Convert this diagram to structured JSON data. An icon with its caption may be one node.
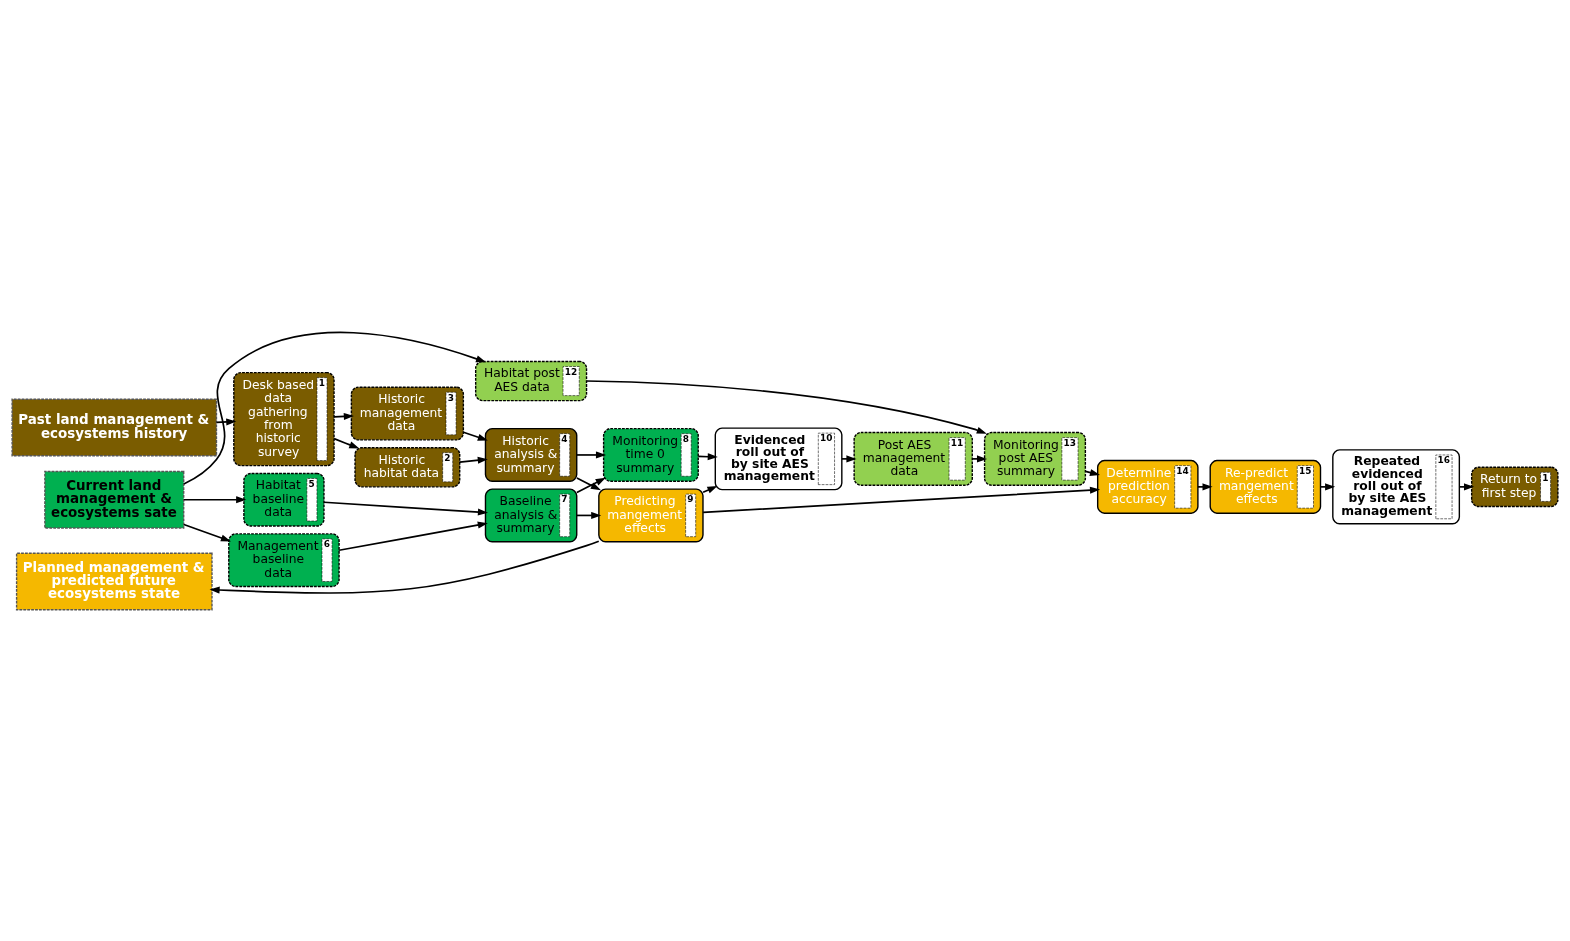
{
  "diagram": {
    "nodes": [
      {
        "text": [
          "Past land management & ecosystems history"
        ]
      },
      {
        "text": [
          "Current land management & ecosystems sate"
        ]
      },
      {
        "text": [
          "Planned management & predicted future ecosystems state"
        ]
      },
      {
        "text": [
          "Desk based data gathering from historic survey",
          "1"
        ]
      },
      {
        "text": [
          "Historic habitat data",
          "2"
        ]
      },
      {
        "text": [
          "Historic management data",
          "3"
        ]
      },
      {
        "text": [
          "Historic analysis & summary",
          "4"
        ]
      },
      {
        "text": [
          "Predicting mangement effects",
          "9"
        ]
      },
      {
        "text": [
          "Baseline analysis & summary",
          "7"
        ]
      },
      {
        "text": [
          "Monitoring time 0 summary",
          "8"
        ]
      },
      {
        "text": [
          "Habitat baseline data",
          "5"
        ]
      },
      {
        "text": [
          "Management baseline data",
          "6"
        ]
      },
      {
        "text": [
          "Evidenced roll out of by site AES management",
          "10"
        ]
      },
      {
        "text": [
          "Post AES management data",
          "11"
        ]
      },
      {
        "text": [
          "Habitat post AES data",
          "12"
        ]
      },
      {
        "text": [
          "Monitoring post AES summary",
          "13"
        ]
      },
      {
        "text": [
          "Re-predict mangement effects",
          "15"
        ]
      },
      {
        "text": [
          "Determine prediction accuracy",
          "14"
        ]
      },
      {
        "text": [
          "Return to first step",
          "1"
        ]
      },
      {
        "text": [
          "Repeated evidenced roll out of by site AES management",
          "16"
        ]
      }
    ],
    "edges": [
      {
        "from": 0,
        "to": 3,
        "arrow": "to"
      },
      {
        "from": 3,
        "to": 4,
        "arrow": "to"
      },
      {
        "from": 3,
        "to": 5,
        "arrow": "to"
      },
      {
        "from": 4,
        "to": 6,
        "arrow": "to"
      },
      {
        "from": 5,
        "to": 6,
        "arrow": "to"
      },
      {
        "from": 6,
        "to": 7,
        "arrow": "to"
      },
      {
        "from": 6,
        "to": 9,
        "arrow": "to"
      },
      {
        "from": 8,
        "to": 7,
        "arrow": "to"
      },
      {
        "from": 8,
        "to": 9,
        "arrow": "to"
      },
      {
        "from": 1,
        "to": 10,
        "arrow": "to"
      },
      {
        "from": 1,
        "to": 11,
        "arrow": "to"
      },
      {
        "from": 10,
        "to": 8,
        "arrow": "to"
      },
      {
        "from": 11,
        "to": 8,
        "arrow": "to"
      },
      {
        "from": 1,
        "to": 14,
        "arrow": "to"
      },
      {
        "from": 7,
        "to": 12,
        "arrow": "to"
      },
      {
        "from": 9,
        "to": 12,
        "arrow": "to"
      },
      {
        "from": 12,
        "to": 13,
        "arrow": "to"
      },
      {
        "from": 13,
        "to": 15,
        "arrow": "to"
      },
      {
        "from": 14,
        "to": 15,
        "arrow": "to"
      },
      {
        "from": 15,
        "to": 17,
        "arrow": "to"
      },
      {
        "from": 7,
        "to": 17,
        "arrow": "to"
      },
      {
        "from": 17,
        "to": 16,
        "arrow": "to"
      },
      {
        "from": 16,
        "to": 19,
        "arrow": "to"
      },
      {
        "from": 19,
        "to": 18,
        "arrow": "to"
      },
      {
        "from": 7,
        "to": 2,
        "arrow": "to"
      }
    ]
  }
}
